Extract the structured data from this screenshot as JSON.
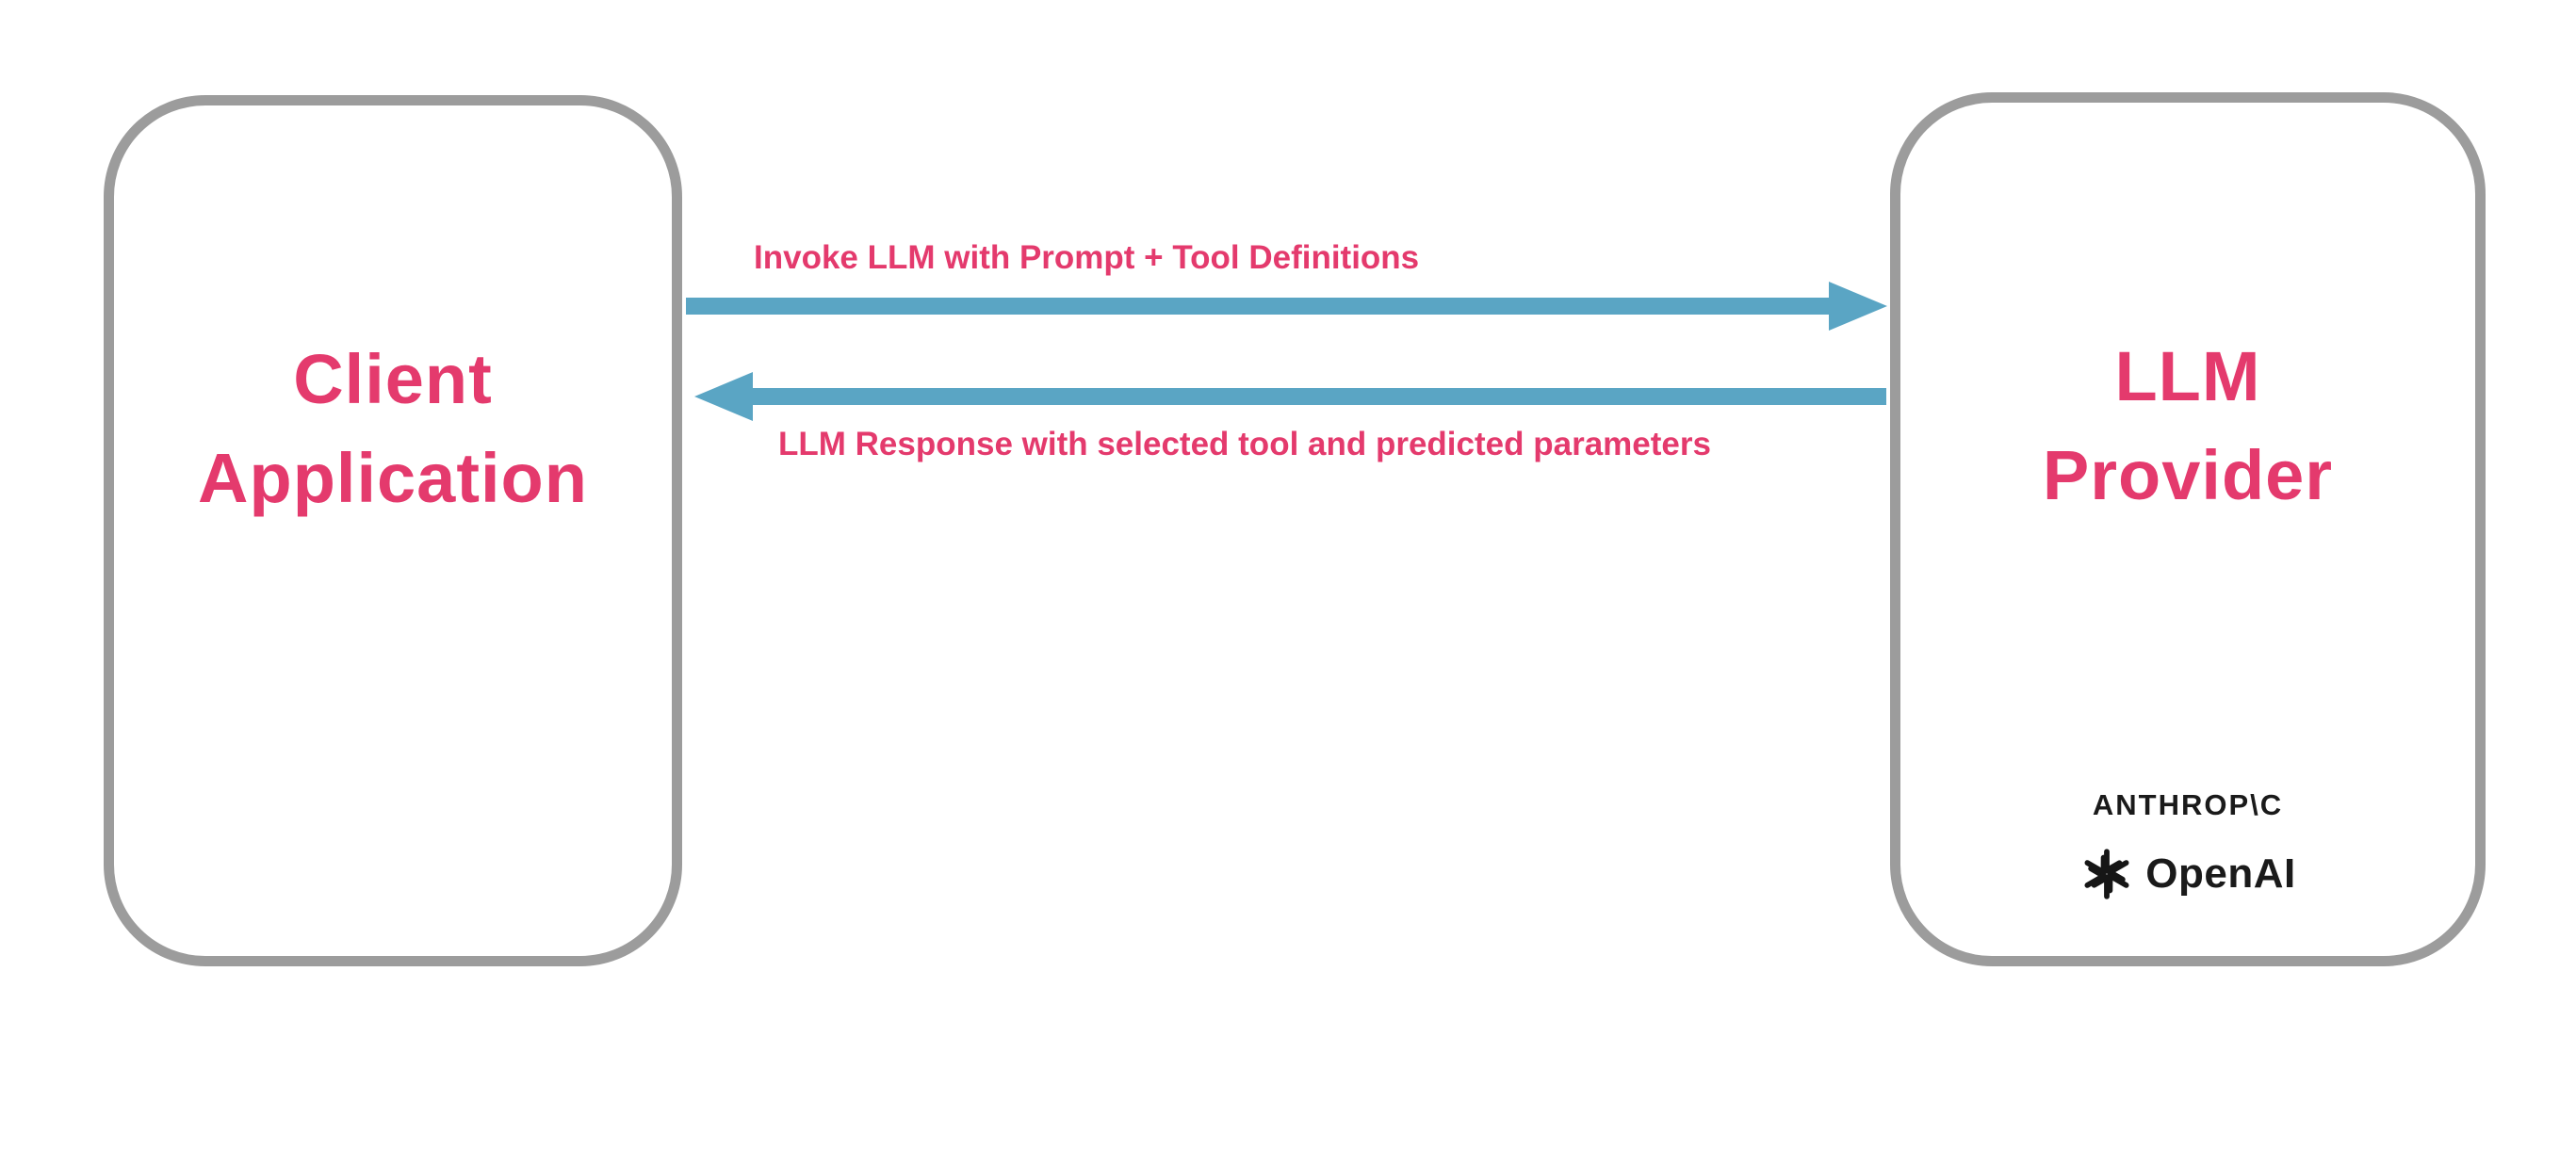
{
  "colors": {
    "accent_pink": "#e43a6d",
    "arrow_blue": "#5aa5c4",
    "box_border_gray": "#9c9c9c",
    "logo_black": "#1a1a1a"
  },
  "client_box": {
    "title_line1": "Client",
    "title_line2": "Application"
  },
  "provider_box": {
    "title_line1": "LLM",
    "title_line2": "Provider",
    "anthropic_wordmark": "ANTHROP\\C",
    "openai_wordmark": "OpenAI"
  },
  "arrows": {
    "request": {
      "label": "Invoke LLM with Prompt + Tool Definitions",
      "direction": "right"
    },
    "response": {
      "label": "LLM Response with selected tool and predicted parameters",
      "direction": "left"
    }
  },
  "icons": {
    "openai": "openai-knot-icon"
  }
}
